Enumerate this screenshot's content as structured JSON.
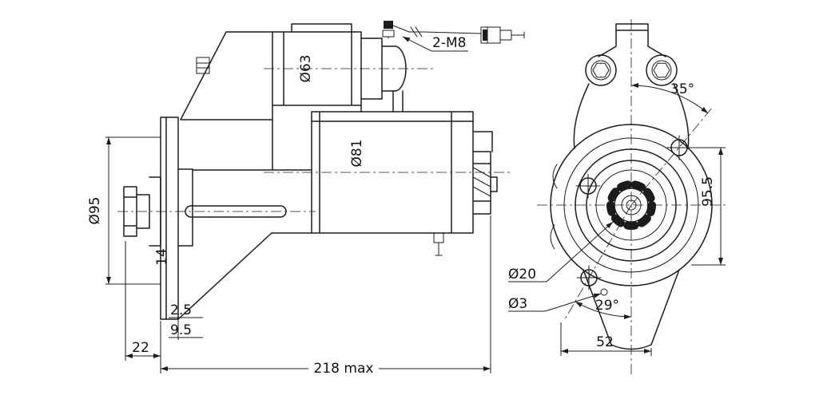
{
  "drawing": {
    "type": "technical-drawing",
    "subject": "starter-motor-two-view",
    "colors": {
      "line": "#1c1c1c",
      "background": "#ffffff"
    },
    "side_view": {
      "labels": {
        "flange_diameter": "Ø95",
        "solenoid_diameter": "Ø63",
        "body_diameter": "Ø81",
        "terminal_thread": "2-M8",
        "step_height": "14",
        "step_a": "2.5",
        "step_b": "9.5",
        "shaft_length": "22",
        "overall_length": "218 max"
      }
    },
    "front_view": {
      "labels": {
        "ear_angle": "35°",
        "hole_span": "95.5",
        "pinion_diameter": "Ø20",
        "small_hole_diameter": "Ø3",
        "hole_angle": "29°",
        "bottom_width": "52"
      }
    }
  }
}
